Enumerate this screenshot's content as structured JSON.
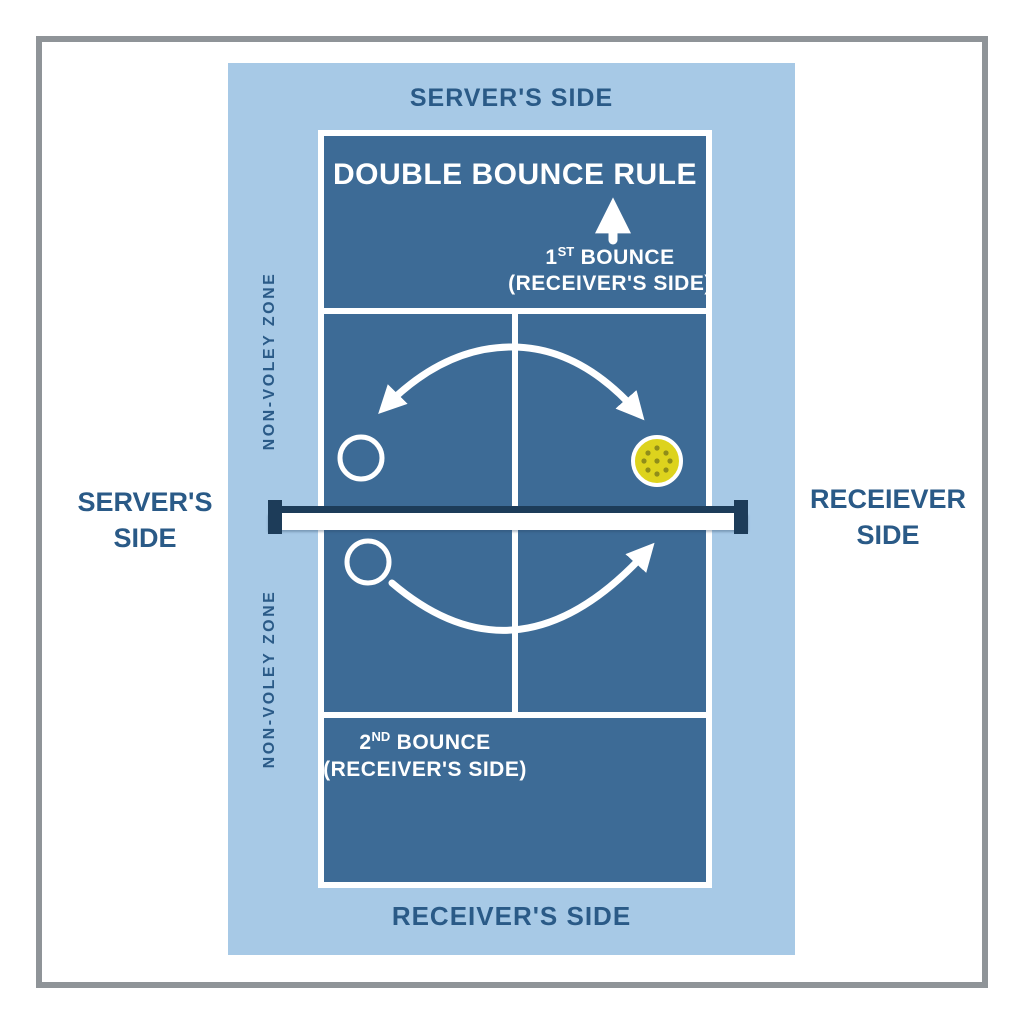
{
  "diagram": {
    "title": "DOUBLE BOUNCE RULE",
    "top_side_label": "SERVER'S SIDE",
    "bottom_side_label": "RECEIVER'S SIDE",
    "left_side_label_line1": "SERVER'S",
    "left_side_label_line2": "SIDE",
    "right_side_label_line1": "RECEIEVER",
    "right_side_label_line2": "SIDE",
    "first_bounce": {
      "num": "1",
      "sup": "ST",
      "rest": " BOUNCE"
    },
    "first_bounce_sub": "(RECEIVER'S SIDE)",
    "second_bounce": {
      "num": "2",
      "sup": "ND",
      "rest": " BOUNCE"
    },
    "second_bounce_sub": "(RECEIVER'S SIDE)",
    "nvz_top_label": "NON-VOLEY ZONE",
    "nvz_bottom_label": "NON-VOLEY ZONE"
  },
  "colors": {
    "frame_gray": "#8f9498",
    "panel_light_blue": "#a7c9e6",
    "court_blue": "#3d6b96",
    "court_lines_white": "#ffffff",
    "label_dark_blue": "#2a5a87",
    "net_dark_navy": "#1d3c59",
    "ball_yellow": "#ddd31d",
    "ball_dot_olive": "#8f8d1a"
  }
}
